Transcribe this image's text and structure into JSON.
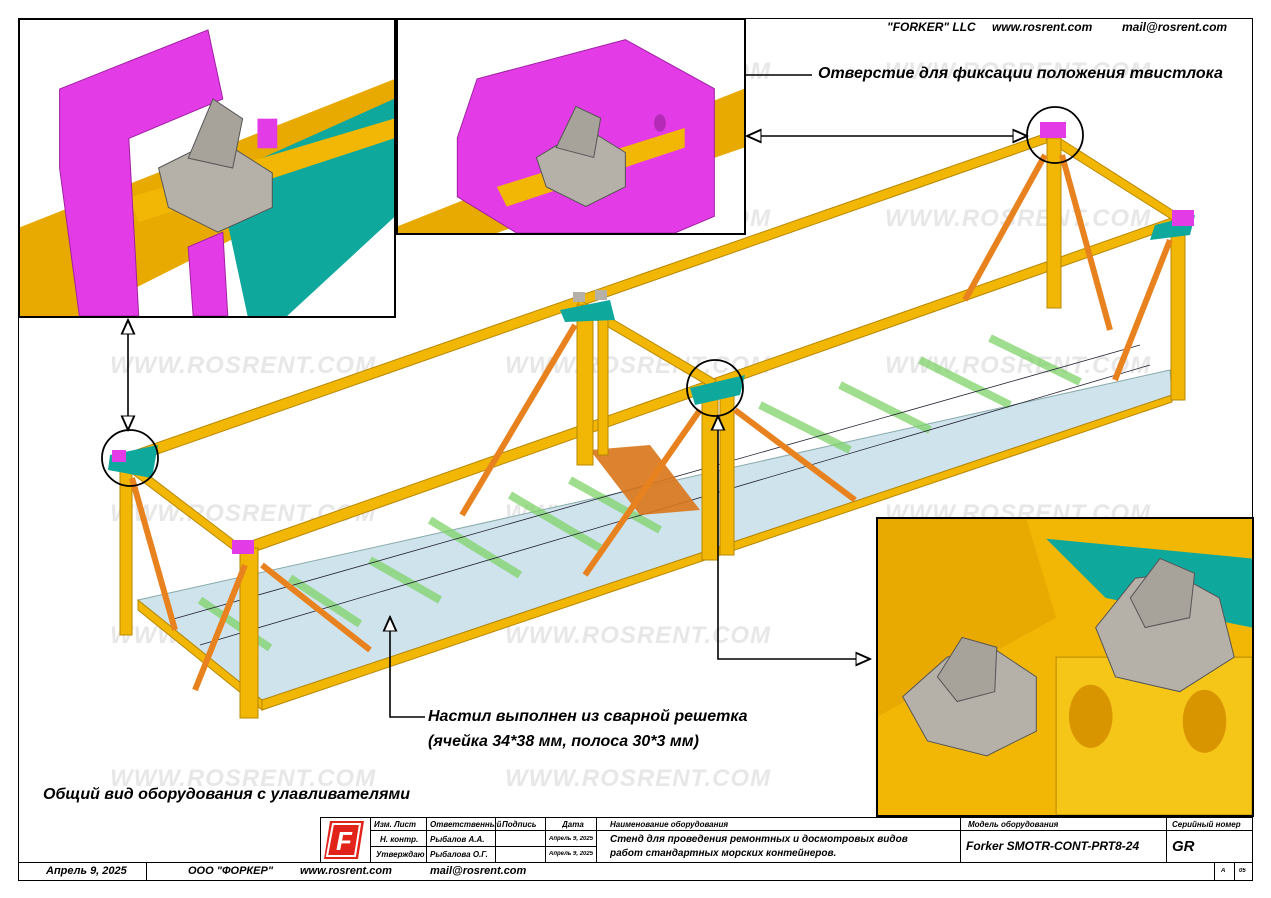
{
  "header": {
    "company": "\"FORKER\" LLC",
    "website": "www.rosrent.com",
    "email": "mail@rosrent.com"
  },
  "watermark": "WWW.ROSRENT.COM",
  "annotations": {
    "twistlock_hole": "Отверстие для фиксации положения твистлока",
    "deck_line1": "Настил выполнен из сварной решетка",
    "deck_line2": "(ячейка 34*38 мм, полоса 30*3 мм)",
    "general_view": "Общий вид оборудования с улавливателями"
  },
  "title_block": {
    "col_headers": {
      "sheet_change": "Изм. Лист",
      "responsible": "Ответственный",
      "signature": "Подпись",
      "date": "Дата",
      "equipment_name": "Наименование оборудования",
      "equipment_model": "Модель оборудования",
      "serial_number": "Серийный номер"
    },
    "rows": [
      {
        "role": "Н. контр.",
        "name": "Рыбалов А.А.",
        "date": "Апрель 9, 2025"
      },
      {
        "role": "Утверждаю",
        "name": "Рыбалова О.Г.",
        "date": "Апрель 9, 2025"
      }
    ],
    "name_line1": "Стенд  для  проведения  ремонтных  и  досмотровых  видов",
    "name_line2": "работ  стандартных  морских  контейнеров.",
    "model": "Forker SMOTR-CONT-PRT8-24",
    "serial": "GR",
    "sheet_a": "A",
    "sheet_no": "05"
  },
  "footer": {
    "date": "Апрель 9, 2025",
    "company": "ООО \"ФОРКЕР\"",
    "website": "www.rosrent.com",
    "email": "mail@rosrent.com"
  },
  "logo_letter": "F",
  "colors": {
    "frame_yellow": "#f2b705",
    "frame_dark": "#c98a00",
    "corner_magenta": "#e33ce6",
    "teal": "#0fa89c",
    "deck": "#cfe3ec",
    "deck_bar": "#7fd36a",
    "twistlock_gray": "#b5b0a8",
    "brace_orange": "#e8821f",
    "logo_red": "#e2231a"
  }
}
